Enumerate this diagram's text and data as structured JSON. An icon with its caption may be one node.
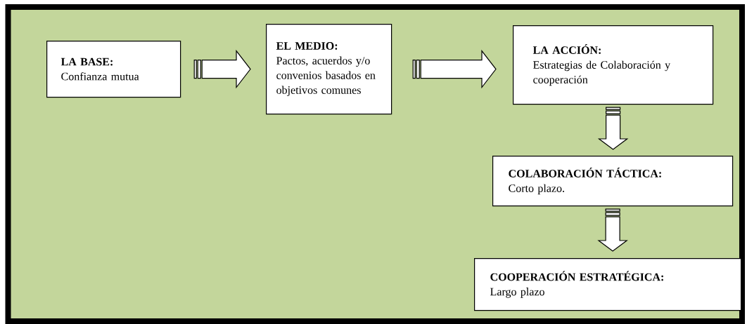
{
  "diagram": {
    "nodes": [
      {
        "text": [
          "LA BASE:",
          "Confianza mutua"
        ]
      },
      {
        "text": [
          "EL MEDIO:",
          "Pactos, acuerdos y/o convenios basados en objetivos comunes"
        ]
      },
      {
        "text": [
          "LA ACCIÓN:",
          "Estrategias de Colaboración y cooperación"
        ]
      },
      {
        "text": [
          "COLABORACIÓN TÁCTICA:",
          "Corto plazo."
        ]
      },
      {
        "text": [
          "COOPERACIÓN ESTRATÉGICA:",
          "Largo plazo"
        ]
      }
    ],
    "edges": [
      {
        "from": 0,
        "to": 1,
        "arrow": "to"
      },
      {
        "from": 1,
        "to": 2,
        "arrow": "to"
      },
      {
        "from": 2,
        "to": 3,
        "arrow": "to"
      },
      {
        "from": 3,
        "to": 4,
        "arrow": "to"
      }
    ]
  }
}
